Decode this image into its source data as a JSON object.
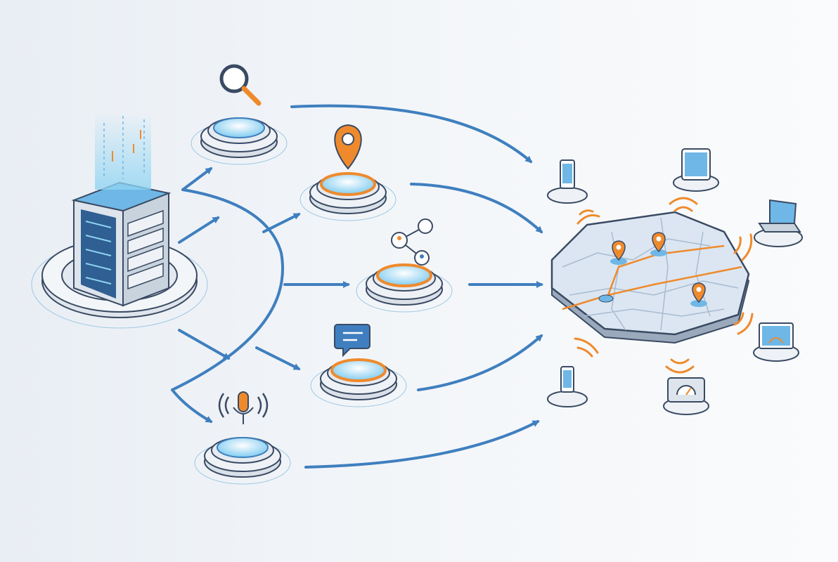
{
  "colors": {
    "accent_blue": "#3f7fbf",
    "accent_orange": "#ef8a2c",
    "outline": "#3a4a63",
    "platform": "#e6ebf1",
    "glow": "#8fd4f2"
  },
  "nodes": [
    {
      "id": "server",
      "icon": "server-icon"
    },
    {
      "id": "search",
      "icon": "magnifier-icon"
    },
    {
      "id": "location",
      "icon": "map-pin-icon"
    },
    {
      "id": "share",
      "icon": "share-nodes-icon"
    },
    {
      "id": "chat",
      "icon": "chat-bubble-icon"
    },
    {
      "id": "voice",
      "icon": "microphone-icon"
    },
    {
      "id": "map",
      "icon": "city-map-icon"
    }
  ],
  "devices": [
    {
      "id": "phone-top",
      "icon": "smartphone-icon"
    },
    {
      "id": "tablet",
      "icon": "tablet-icon"
    },
    {
      "id": "laptop",
      "icon": "laptop-icon"
    },
    {
      "id": "car-display",
      "icon": "car-dashboard-icon"
    },
    {
      "id": "gauge",
      "icon": "speedometer-icon"
    },
    {
      "id": "phone-bottom",
      "icon": "smartphone-icon"
    }
  ]
}
